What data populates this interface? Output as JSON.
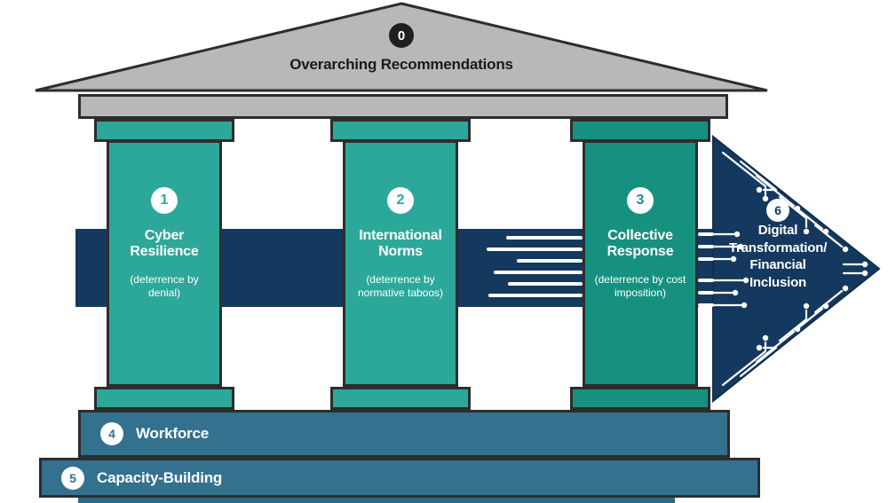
{
  "pediment": {
    "badge": "0",
    "title": "Overarching Recommendations"
  },
  "pillars": [
    {
      "badge": "1",
      "title": "Cyber Resilience",
      "subtitle": "(deterrence by denial)"
    },
    {
      "badge": "2",
      "title": "International Norms",
      "subtitle": "(deterrence by normative taboos)"
    },
    {
      "badge": "3",
      "title": "Collective Response",
      "subtitle": "(deterrence by cost imposition)"
    }
  ],
  "arrow": {
    "badge": "6",
    "lines": [
      "Digital",
      "Transformation/",
      "Financial",
      "Inclusion"
    ]
  },
  "steps": [
    {
      "badge": "4",
      "label": "Workforce"
    },
    {
      "badge": "5",
      "label": "Capacity-Building"
    }
  ],
  "colors": {
    "teal": "#2CA89A",
    "teal_dark": "#17917F",
    "navy": "#15395E",
    "step_blue": "#33718F",
    "gray": "#B6B8BA",
    "outline": "#2D2D2D"
  }
}
